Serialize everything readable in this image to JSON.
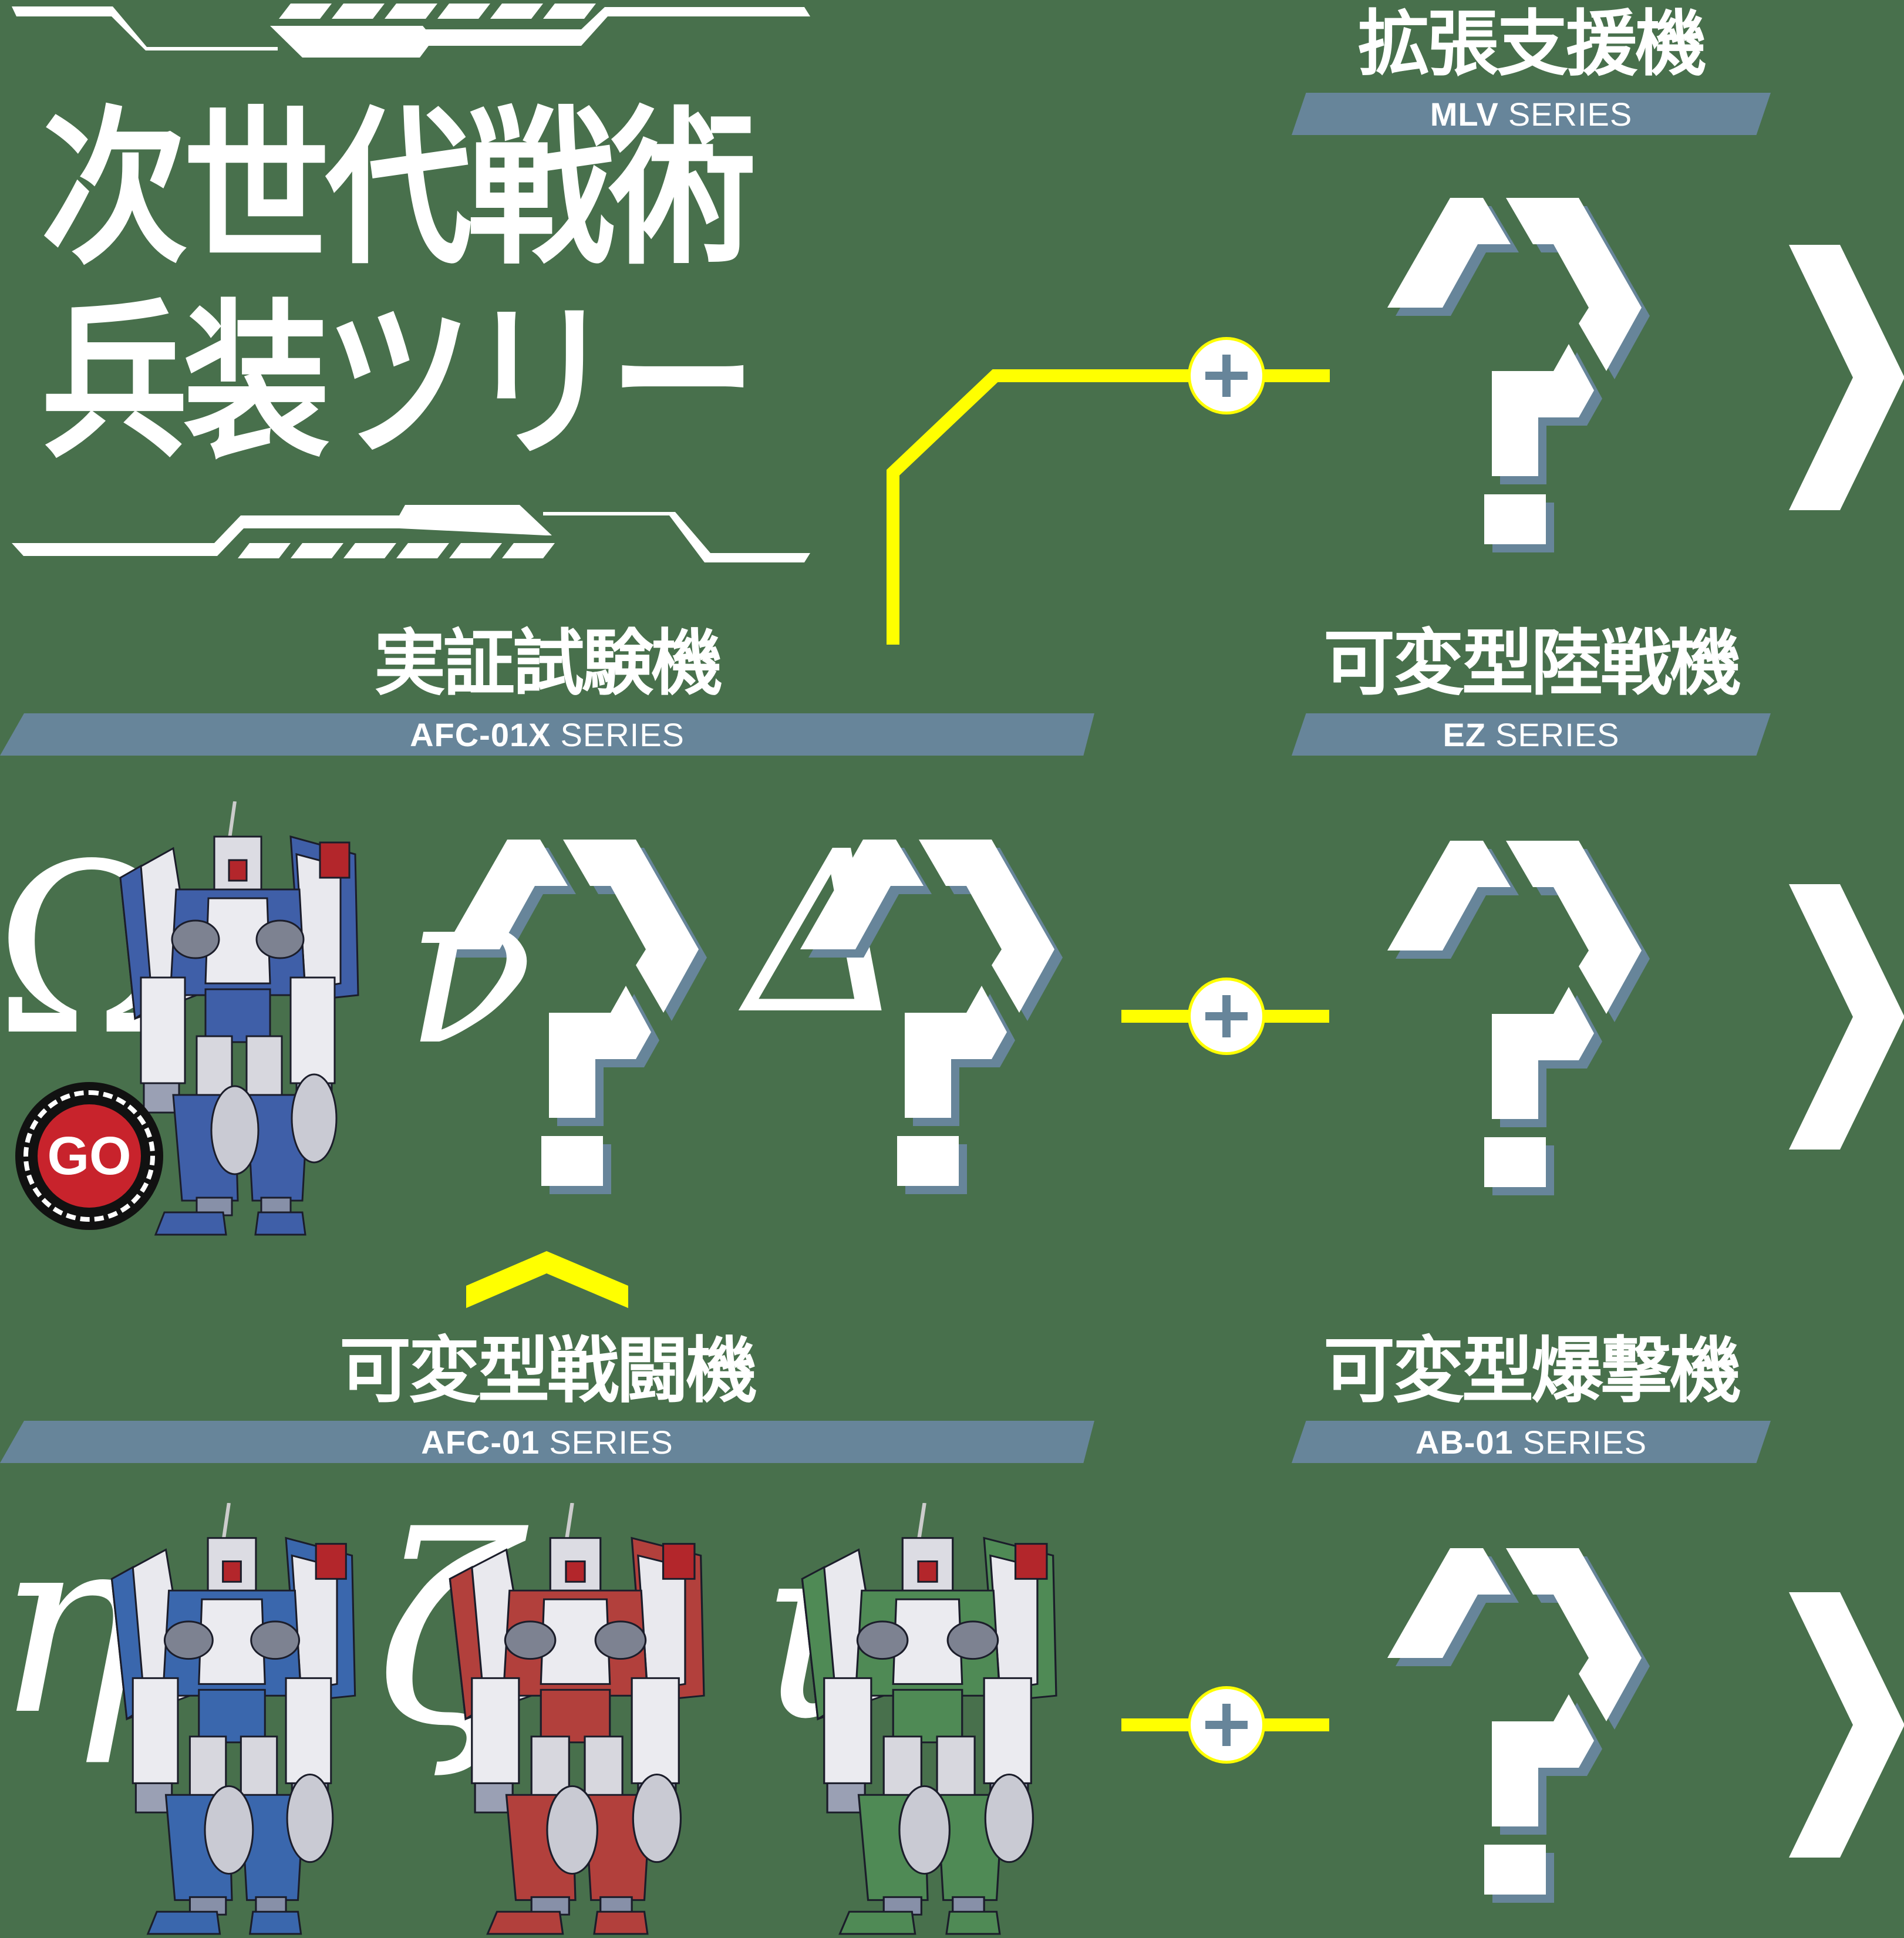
{
  "title": {
    "line1": "次世代戦術",
    "line2": "兵装ツリー"
  },
  "sections": {
    "mlv": {
      "heading": "拡張支援機",
      "series_code": "MLV",
      "series_word": "SERIES"
    },
    "afc01x": {
      "heading": "実証試験機",
      "series_code": "AFC-01X",
      "series_word": "SERIES"
    },
    "ez": {
      "heading": "可変型陸戦機",
      "series_code": "EZ",
      "series_word": "SERIES"
    },
    "afc01": {
      "heading": "可変型戦闘機",
      "series_code": "AFC-01",
      "series_word": "SERIES"
    },
    "ab01": {
      "heading": "可変型爆撃機",
      "series_code": "AB-01",
      "series_word": "SERIES"
    }
  },
  "greek": {
    "omega": "Ω",
    "nu": "ν",
    "delta": "Δ",
    "eta": "η",
    "zeta": "ζ",
    "iota": "ι"
  },
  "badge": {
    "label": "GO"
  },
  "robots": {
    "afc01x_omega": {
      "color": "#3f5fa8"
    },
    "afc01_eta": {
      "color": "#3a67ad"
    },
    "afc01_zeta": {
      "color": "#b2403c"
    },
    "afc01_iota": {
      "color": "#4f8a55"
    }
  },
  "colors": {
    "background": "#48704c",
    "series_bar": "#67859a",
    "connector": "#ffff00",
    "shadow": "#67859a"
  }
}
